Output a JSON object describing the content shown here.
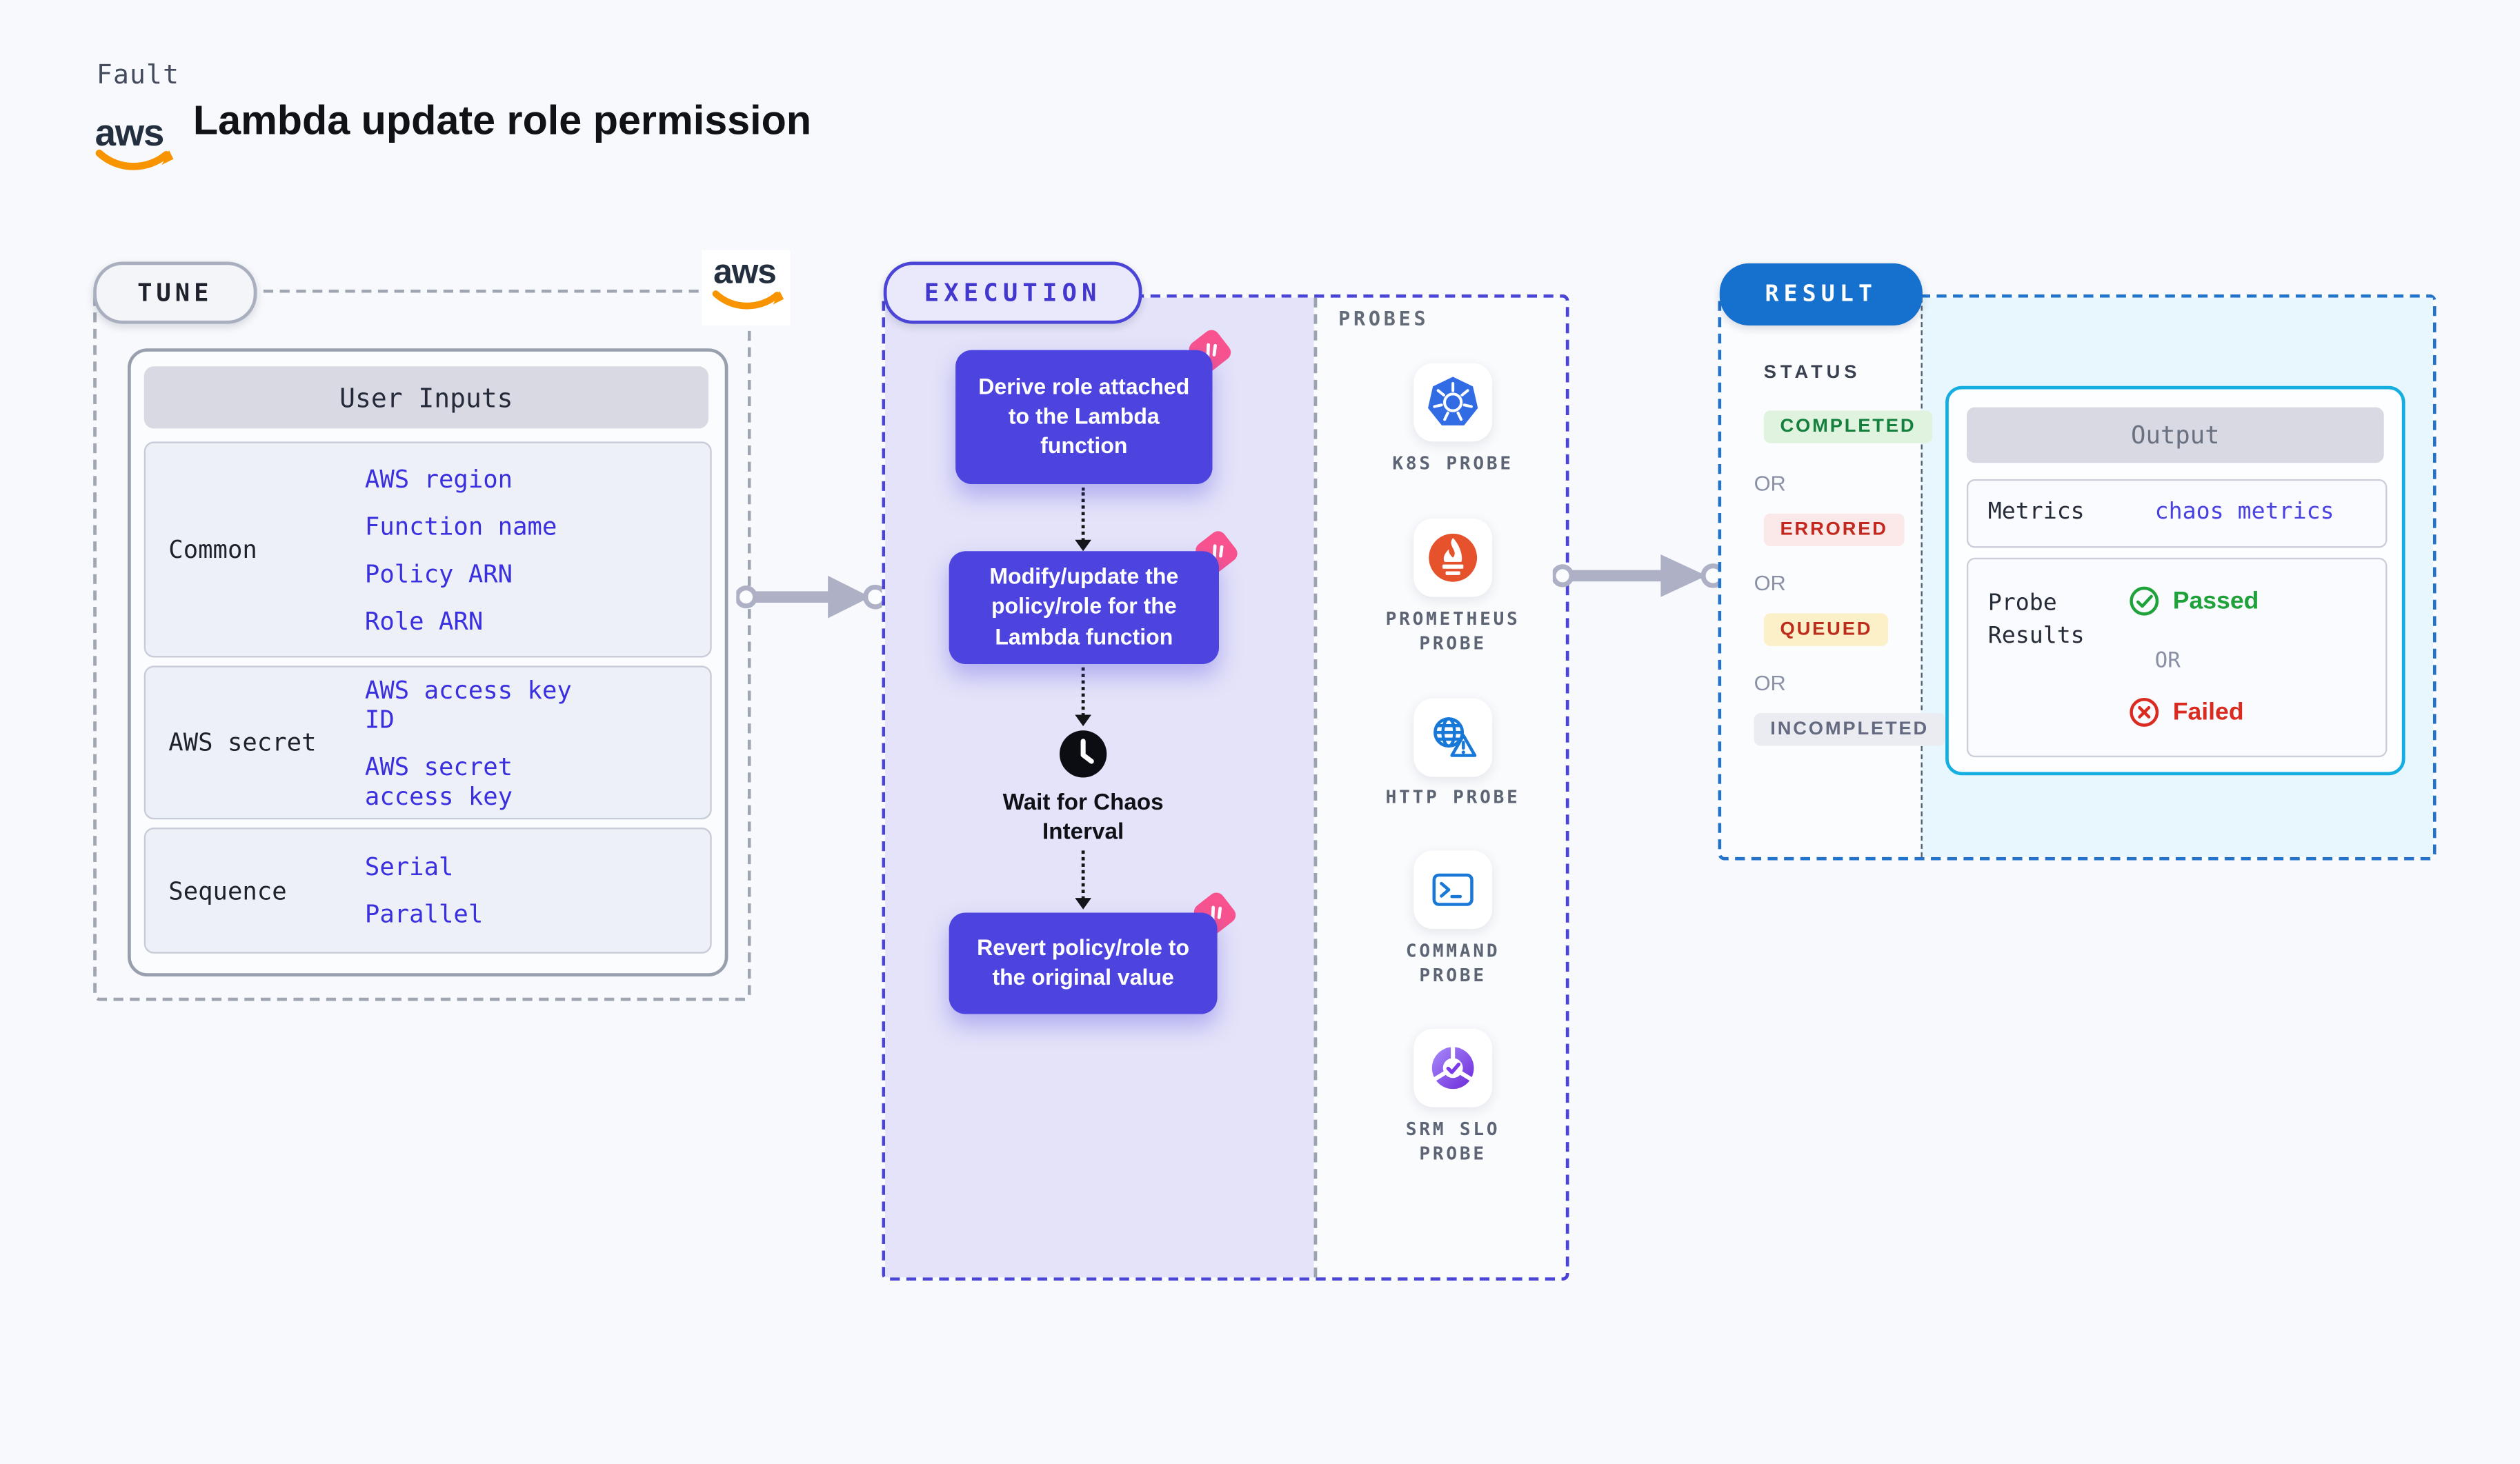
{
  "aws_text": "aws",
  "header": {
    "eyebrow": "Fault",
    "title": "Lambda update role permission"
  },
  "tune": {
    "pill": "TUNE",
    "table_title": "User Inputs",
    "rows": [
      {
        "label": "Common",
        "values": [
          "AWS region",
          "Function name",
          "Policy ARN",
          "Role ARN"
        ]
      },
      {
        "label": "AWS secret",
        "values": [
          "AWS access key ID",
          "AWS secret access key"
        ]
      },
      {
        "label": "Sequence",
        "values": [
          "Serial",
          "Parallel"
        ]
      }
    ]
  },
  "execution": {
    "pill": "EXECUTION",
    "steps": [
      "Derive role attached to the Lambda function",
      "Modify/update the policy/role for the Lambda function",
      "Revert policy/role to the original value"
    ],
    "wait_label": "Wait for Chaos Interval",
    "probes": {
      "heading": "PROBES",
      "items": [
        {
          "label": "K8S PROBE",
          "icon": "kubernetes-icon"
        },
        {
          "label": "PROMETHEUS PROBE",
          "icon": "prometheus-icon"
        },
        {
          "label": "HTTP PROBE",
          "icon": "http-icon"
        },
        {
          "label": "COMMAND PROBE",
          "icon": "command-icon"
        },
        {
          "label": "SRM SLO PROBE",
          "icon": "srm-slo-icon"
        }
      ]
    }
  },
  "result": {
    "pill": "RESULT",
    "status": {
      "heading": "STATUS",
      "separator": "OR",
      "badges": [
        "COMPLETED",
        "ERRORED",
        "QUEUED",
        "INCOMPLETED"
      ]
    },
    "output": {
      "title": "Output",
      "metrics_label": "Metrics",
      "metrics_value": "chaos metrics",
      "probe_results_label": "Probe Results",
      "passed": "Passed",
      "or": "OR",
      "failed": "Failed"
    }
  },
  "colors": {
    "page_bg": "#F7F9FC",
    "accent_indigo": "#4D44E0",
    "execution_bg": "#E4E3F9",
    "indigo_border": "#4A45D6",
    "tune_border": "#9FA6B2",
    "result_border": "#2373CB",
    "result_pill_bg": "#1570CE",
    "output_border": "#14AEE0",
    "output_bg": "#E8F6FD",
    "link_blue": "#3A30DF",
    "passed_green": "#1FA23A",
    "failed_red": "#D92B20",
    "completed_bg": "#DFF3DF",
    "completed_text": "#15803D",
    "errored_bg": "#FBE9E9",
    "errored_text": "#C3281E",
    "queued_bg": "#FBF0C8",
    "queued_text": "#BE2C1B",
    "incompleted_bg": "#EBEBF2",
    "incompleted_text": "#646B80",
    "aws_orange": "#F79400",
    "aws_navy": "#232F3E",
    "arrow_gray": "#AEB1C5",
    "ribbon_pink": "#F8538F",
    "k8s_blue": "#326CE5",
    "prometheus_orange": "#E6522C",
    "probe_icon_blue": "#1878D8",
    "srm_purple": "#8B5CF6"
  }
}
